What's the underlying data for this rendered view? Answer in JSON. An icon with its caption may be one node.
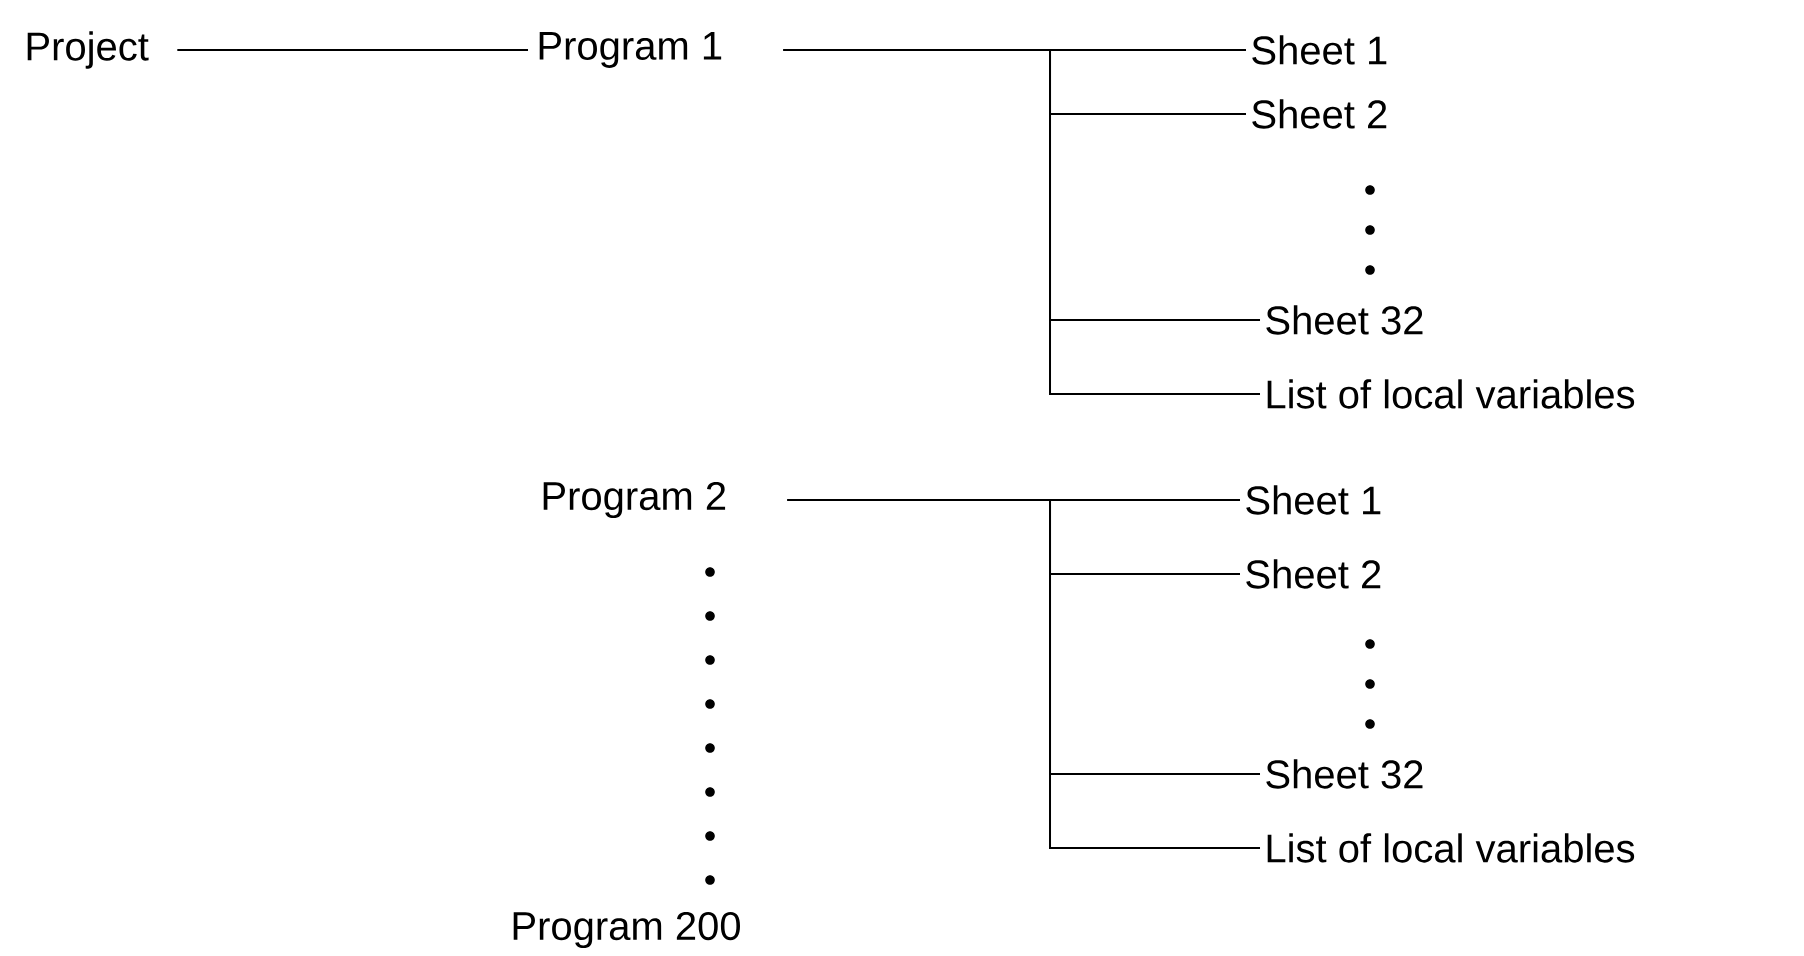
{
  "diagram": {
    "nodes": [
      {
        "text": [
          "Project"
        ]
      },
      {
        "text": [
          "Program 1"
        ]
      },
      {
        "text": [
          "Sheet 1"
        ]
      },
      {
        "text": [
          "Sheet 2"
        ]
      },
      {
        "text": [
          "Sheet 32"
        ]
      },
      {
        "text": [
          "List of local variables"
        ]
      },
      {
        "text": [
          "Program 2"
        ]
      },
      {
        "text": [
          "Sheet 1"
        ]
      },
      {
        "text": [
          "Sheet 2"
        ]
      },
      {
        "text": [
          "Sheet 32"
        ]
      },
      {
        "text": [
          "List of local variables"
        ]
      },
      {
        "text": [
          "Program 200"
        ]
      }
    ],
    "edges": [
      {
        "from": 0,
        "to": 1,
        "arrow": "none"
      },
      {
        "from": 1,
        "to": 2,
        "arrow": "none"
      },
      {
        "from": 1,
        "to": 3,
        "arrow": "none"
      },
      {
        "from": 1,
        "to": 4,
        "arrow": "none"
      },
      {
        "from": 1,
        "to": 5,
        "arrow": "none"
      },
      {
        "from": 6,
        "to": 7,
        "arrow": "none"
      },
      {
        "from": 6,
        "to": 8,
        "arrow": "none"
      },
      {
        "from": 6,
        "to": 9,
        "arrow": "none"
      },
      {
        "from": 6,
        "to": 10,
        "arrow": "none"
      }
    ]
  }
}
